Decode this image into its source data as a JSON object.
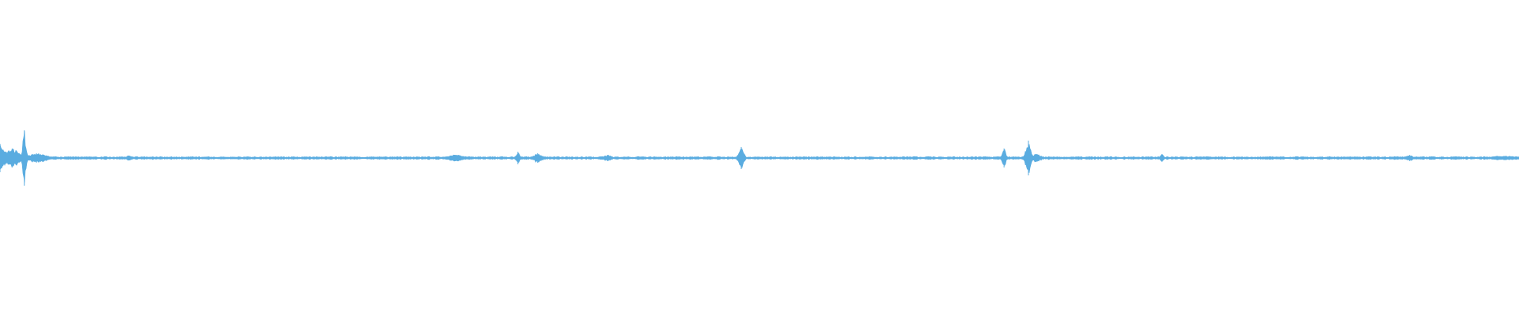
{
  "colors": {
    "background": "#ffffff",
    "waveform": "#5aace0"
  },
  "chart_data": {
    "type": "area",
    "chart_kind": "audio-waveform",
    "grid": false,
    "legend": "none",
    "x_range": [
      0,
      1
    ],
    "amplitude_range": [
      -1,
      1
    ],
    "baseline_amplitude": 0.012,
    "events": [
      {
        "t": 0.0,
        "amp": 0.18,
        "width": 0.006
      },
      {
        "t": 0.008,
        "amp": 0.12,
        "width": 0.008
      },
      {
        "t": 0.016,
        "amp": 0.35,
        "width": 0.002
      },
      {
        "t": 0.024,
        "amp": 0.06,
        "width": 0.012
      },
      {
        "t": 0.085,
        "amp": 0.03,
        "width": 0.004
      },
      {
        "t": 0.3,
        "amp": 0.04,
        "width": 0.01
      },
      {
        "t": 0.341,
        "amp": 0.08,
        "width": 0.002
      },
      {
        "t": 0.354,
        "amp": 0.06,
        "width": 0.005
      },
      {
        "t": 0.4,
        "amp": 0.04,
        "width": 0.004
      },
      {
        "t": 0.488,
        "amp": 0.14,
        "width": 0.003
      },
      {
        "t": 0.661,
        "amp": 0.12,
        "width": 0.002
      },
      {
        "t": 0.677,
        "amp": 0.22,
        "width": 0.003
      },
      {
        "t": 0.682,
        "amp": 0.05,
        "width": 0.006
      },
      {
        "t": 0.765,
        "amp": 0.05,
        "width": 0.002
      },
      {
        "t": 0.928,
        "amp": 0.04,
        "width": 0.004
      },
      {
        "t": 0.99,
        "amp": 0.025,
        "width": 0.02
      }
    ]
  }
}
